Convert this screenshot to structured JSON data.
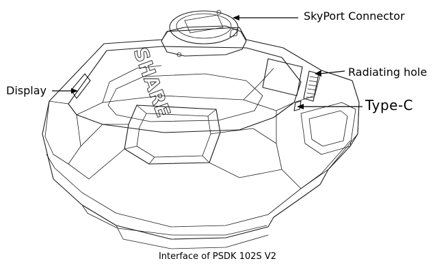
{
  "labels": {
    "skyport": "SkyPort Connector",
    "radiating": "Radiating hole",
    "typec": "Type-C",
    "display": "Display"
  },
  "caption": "Interface of PSDK 102S V2",
  "device_logo_text": "SHARE",
  "colors": {
    "line": "#1a1a1a",
    "background": "#ffffff"
  }
}
